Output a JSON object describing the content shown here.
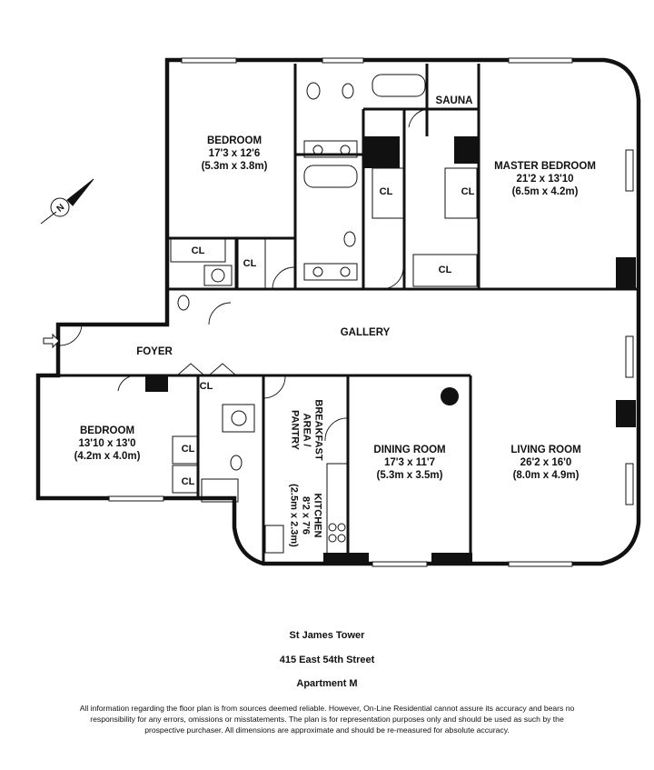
{
  "rooms": {
    "bedroom1": {
      "name": "BEDROOM",
      "imperial": "17'3 x 12'6",
      "metric": "(5.3m x 3.8m)"
    },
    "master": {
      "name": "MASTER BEDROOM",
      "imperial": "21'2 x 13'10",
      "metric": "(6.5m x 4.2m)"
    },
    "bedroom2": {
      "name": "BEDROOM",
      "imperial": "13'10 x 13'0",
      "metric": "(4.2m x 4.0m)"
    },
    "dining": {
      "name": "DINING ROOM",
      "imperial": "17'3 x 11'7",
      "metric": "(5.3m x 3.5m)"
    },
    "living": {
      "name": "LIVING ROOM",
      "imperial": "26'2 x 16'0",
      "metric": "(8.0m x 4.9m)"
    },
    "kitchen": {
      "name": "KITCHEN",
      "imperial": "8'2 x 7'6",
      "metric": "(2.5m x 2.3m)"
    },
    "breakfast": {
      "line1": "BREAKFAST",
      "line2": "AREA /",
      "line3": "PANTRY"
    },
    "gallery": "GALLERY",
    "foyer": "FOYER",
    "sauna": "SAUNA",
    "closet": "CL"
  },
  "compass": {
    "letter": "N",
    "icon": "north-compass-icon"
  },
  "footer": {
    "building": "St James Tower",
    "address": "415 East 54th Street",
    "apartment": "Apartment M",
    "disclaimer": "All information regarding the floor plan is from sources deemed reliable.  However, On-Line Residential cannot assure its accuracy and bears no responsibility for any errors, omissions or misstatements.  The plan is for representation purposes only and should be used as such by the prospective purchaser.  All dimensions are approximate and should be re-measured for absolute accuracy."
  }
}
